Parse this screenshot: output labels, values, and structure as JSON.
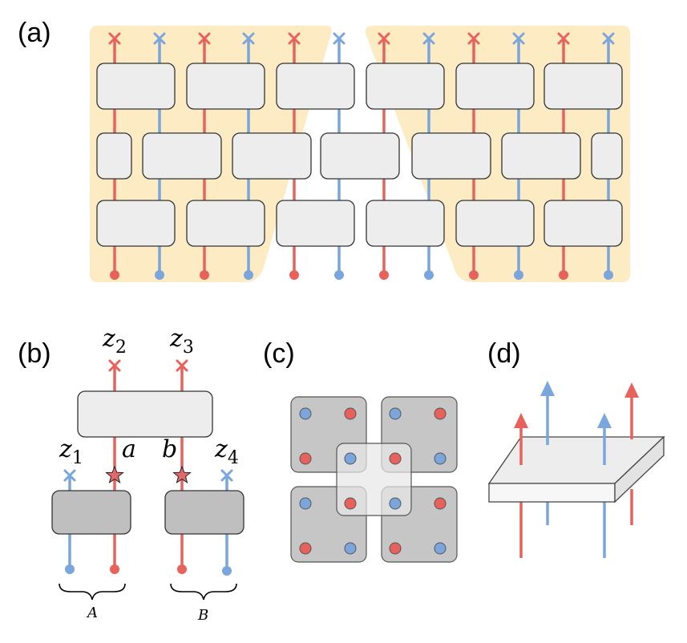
{
  "colors": {
    "red": "#e8625c",
    "blue": "#7aa5dd",
    "shade": "#fdebc4",
    "gate_fill": "#ededed",
    "gate_dark": "#bfbfbf",
    "gate_stroke": "#333333",
    "star": "#e06a6a"
  },
  "panel_a": {
    "label": "(a)",
    "qubit_colors": [
      "red",
      "blue",
      "red",
      "blue",
      "red",
      "blue",
      "red",
      "blue",
      "red",
      "blue",
      "red",
      "blue"
    ],
    "top_marker": "cross-icon",
    "bottom_marker": "dot-icon"
  },
  "panel_b": {
    "label": "(b)",
    "z1": "z",
    "z1_sub": "1",
    "z2": "z",
    "z2_sub": "2",
    "z3": "z",
    "z3_sub": "3",
    "z4": "z",
    "z4_sub": "4",
    "a": "a",
    "b": "b",
    "A": "A",
    "B": "B"
  },
  "panel_c": {
    "label": "(c)"
  },
  "panel_d": {
    "label": "(d)"
  }
}
